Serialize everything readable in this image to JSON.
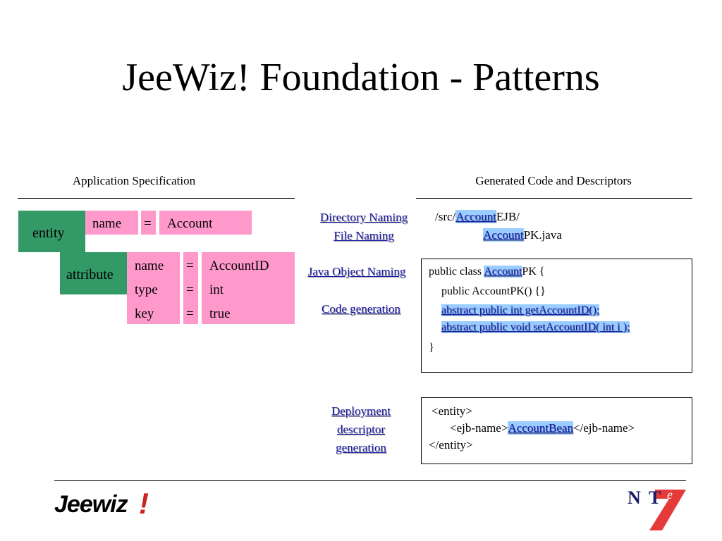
{
  "title": "JeeWiz! Foundation - Patterns",
  "left_header": "Application Specification",
  "right_header": "Generated Code and Descriptors",
  "spec": {
    "entity_label": "entity",
    "entity_row": {
      "key": "name",
      "eq": "=",
      "value": "Account"
    },
    "attribute_label": "attribute",
    "attribute_rows": [
      {
        "key": "name",
        "eq": "=",
        "value": "AccountID"
      },
      {
        "key": "type",
        "eq": "=",
        "value": "int"
      },
      {
        "key": "key",
        "eq": "=",
        "value": "true"
      }
    ]
  },
  "nav": {
    "directory_naming": "Directory Naming",
    "file_naming": "File Naming",
    "java_object_naming": "Java Object Naming",
    "code_generation": "Code generation",
    "deployment_line1": "Deployment",
    "deployment_line2": "descriptor",
    "deployment_line3": "generation"
  },
  "paths": {
    "src_prefix": "/src/",
    "account": "Account",
    "ejb_suffix": "EJB/",
    "pk_suffix": "PK.java"
  },
  "code": {
    "line1_prefix": "public class ",
    "line1_account": "Account",
    "line1_suffix": "PK {",
    "line2": "public AccountPK()  {}",
    "line3": "abstract public int getAccountID();",
    "line4": "abstract public void setAccountID( int i );",
    "line5": "}"
  },
  "descriptor": {
    "line1": "<entity>",
    "line2_prefix": "<ejb-name>",
    "line2_bean": "AccountBean",
    "line2_suffix": "</ejb-name>",
    "line3": "</entity>"
  },
  "footer": {
    "left_logo": "Jeewiz",
    "left_logo_mark": "!",
    "right_logo_n": "N",
    "right_logo_t": "T",
    "right_logo_e": "e"
  },
  "colors": {
    "green": "#339966",
    "pink": "#ff99cc",
    "link": "#1a1aa6",
    "highlight": "#99ccff",
    "logo_red": "#cc2222"
  }
}
